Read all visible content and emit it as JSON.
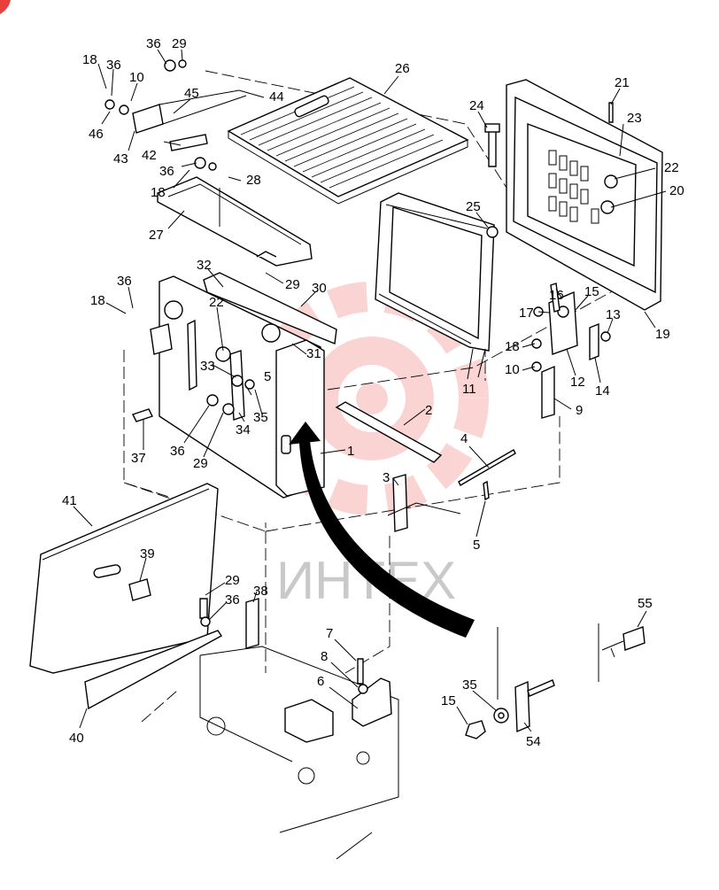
{
  "diagram": {
    "watermark": {
      "text": "ИНТЕХ",
      "color": "#e8403a"
    },
    "callouts": [
      {
        "id": "c18a",
        "text": "18"
      },
      {
        "id": "c36a",
        "text": "36"
      },
      {
        "id": "c36b",
        "text": "36"
      },
      {
        "id": "c29a",
        "text": "29"
      },
      {
        "id": "c10a",
        "text": "10"
      },
      {
        "id": "c45",
        "text": "45"
      },
      {
        "id": "c44",
        "text": "44"
      },
      {
        "id": "c26",
        "text": "26"
      },
      {
        "id": "c46",
        "text": "46"
      },
      {
        "id": "c43",
        "text": "43"
      },
      {
        "id": "c42",
        "text": "42"
      },
      {
        "id": "c36c",
        "text": "36"
      },
      {
        "id": "c18b",
        "text": "18"
      },
      {
        "id": "c28",
        "text": "28"
      },
      {
        "id": "c27",
        "text": "27"
      },
      {
        "id": "c24",
        "text": "24"
      },
      {
        "id": "c21",
        "text": "21"
      },
      {
        "id": "c23",
        "text": "23"
      },
      {
        "id": "c22a",
        "text": "22"
      },
      {
        "id": "c20",
        "text": "20"
      },
      {
        "id": "c25",
        "text": "25"
      },
      {
        "id": "c32",
        "text": "32"
      },
      {
        "id": "c29b",
        "text": "29"
      },
      {
        "id": "c30",
        "text": "30"
      },
      {
        "id": "c36d",
        "text": "36"
      },
      {
        "id": "c18c",
        "text": "18"
      },
      {
        "id": "c22b",
        "text": "22"
      },
      {
        "id": "c31",
        "text": "31"
      },
      {
        "id": "c16",
        "text": "16"
      },
      {
        "id": "c15a",
        "text": "15"
      },
      {
        "id": "c17",
        "text": "17"
      },
      {
        "id": "c13",
        "text": "13"
      },
      {
        "id": "c19",
        "text": "19"
      },
      {
        "id": "c18d",
        "text": "18"
      },
      {
        "id": "c10b",
        "text": "10"
      },
      {
        "id": "c12",
        "text": "12"
      },
      {
        "id": "c14",
        "text": "14"
      },
      {
        "id": "c11",
        "text": "11"
      },
      {
        "id": "c33",
        "text": "33"
      },
      {
        "id": "c5a",
        "text": "5"
      },
      {
        "id": "c35a",
        "text": "35"
      },
      {
        "id": "c34",
        "text": "34"
      },
      {
        "id": "c9",
        "text": "9"
      },
      {
        "id": "c2",
        "text": "2"
      },
      {
        "id": "c37",
        "text": "37"
      },
      {
        "id": "c36e",
        "text": "36"
      },
      {
        "id": "c29c",
        "text": "29"
      },
      {
        "id": "c1",
        "text": "1"
      },
      {
        "id": "c4",
        "text": "4"
      },
      {
        "id": "c3",
        "text": "3"
      },
      {
        "id": "c5b",
        "text": "5"
      },
      {
        "id": "c41",
        "text": "41"
      },
      {
        "id": "c39",
        "text": "39"
      },
      {
        "id": "c29d",
        "text": "29"
      },
      {
        "id": "c38",
        "text": "38"
      },
      {
        "id": "c36f",
        "text": "36"
      },
      {
        "id": "c55",
        "text": "55"
      },
      {
        "id": "c7",
        "text": "7"
      },
      {
        "id": "c8",
        "text": "8"
      },
      {
        "id": "c35b",
        "text": "35"
      },
      {
        "id": "c6",
        "text": "6"
      },
      {
        "id": "c15b",
        "text": "15"
      },
      {
        "id": "c54",
        "text": "54"
      },
      {
        "id": "c40",
        "text": "40"
      }
    ]
  }
}
